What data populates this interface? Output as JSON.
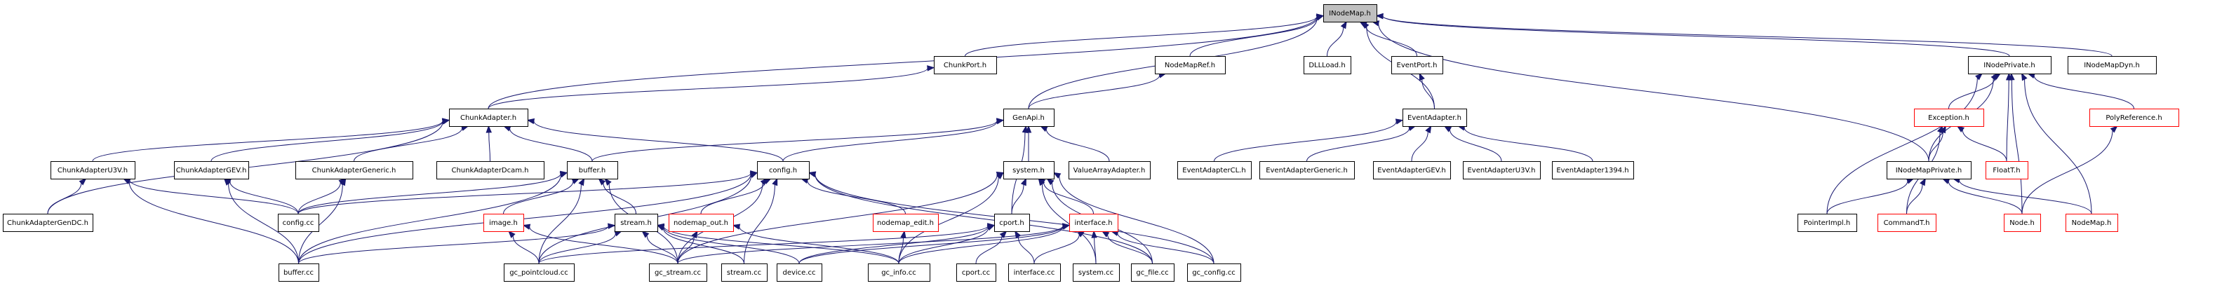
{
  "title": "INodeMap.h include dependency graph",
  "colors": {
    "edge": "#191970",
    "root_fill": "#bfbfbf",
    "incomplete_border": "#ff0000",
    "node_border": "#000000"
  },
  "nodes": [
    {
      "id": "INodeMap",
      "label": "INodeMap.h",
      "root": true
    },
    {
      "id": "ChunkPort",
      "label": "ChunkPort.h"
    },
    {
      "id": "NodeMapRef",
      "label": "NodeMapRef.h"
    },
    {
      "id": "DLLLoad",
      "label": "DLLLoad.h"
    },
    {
      "id": "EventPort",
      "label": "EventPort.h"
    },
    {
      "id": "INodePrivate",
      "label": "INodePrivate.h"
    },
    {
      "id": "INodeMapDyn",
      "label": "INodeMapDyn.h"
    },
    {
      "id": "ChunkAdapter",
      "label": "ChunkAdapter.h"
    },
    {
      "id": "GenApi",
      "label": "GenApi.h"
    },
    {
      "id": "EventAdapter",
      "label": "EventAdapter.h"
    },
    {
      "id": "Exception",
      "label": "Exception.h",
      "incomplete": true
    },
    {
      "id": "PolyReference",
      "label": "PolyReference.h",
      "incomplete": true
    },
    {
      "id": "ChunkAdapterU3V",
      "label": "ChunkAdapterU3V.h"
    },
    {
      "id": "ChunkAdapterGEV",
      "label": "ChunkAdapterGEV.h"
    },
    {
      "id": "ChunkAdapterGeneric",
      "label": "ChunkAdapterGeneric.h"
    },
    {
      "id": "ChunkAdapterDcam",
      "label": "ChunkAdapterDcam.h"
    },
    {
      "id": "buffer_h",
      "label": "buffer.h"
    },
    {
      "id": "config_h",
      "label": "config.h"
    },
    {
      "id": "system_h",
      "label": "system.h"
    },
    {
      "id": "ValueArrayAdapter",
      "label": "ValueArrayAdapter.h"
    },
    {
      "id": "EventAdapterCL",
      "label": "EventAdapterCL.h"
    },
    {
      "id": "EventAdapterGeneric",
      "label": "EventAdapterGeneric.h"
    },
    {
      "id": "EventAdapterGEV",
      "label": "EventAdapterGEV.h"
    },
    {
      "id": "EventAdapterU3V",
      "label": "EventAdapterU3V.h"
    },
    {
      "id": "EventAdapter1394",
      "label": "EventAdapter1394.h"
    },
    {
      "id": "INodeMapPrivate",
      "label": "INodeMapPrivate.h"
    },
    {
      "id": "FloatT",
      "label": "FloatT.h",
      "incomplete": true
    },
    {
      "id": "ChunkAdapterGenDC",
      "label": "ChunkAdapterGenDC.h"
    },
    {
      "id": "config_cc",
      "label": "config.cc"
    },
    {
      "id": "image_h",
      "label": "image.h",
      "incomplete": true
    },
    {
      "id": "stream_h",
      "label": "stream.h"
    },
    {
      "id": "nodemap_out",
      "label": "nodemap_out.h",
      "incomplete": true
    },
    {
      "id": "nodemap_edit",
      "label": "nodemap_edit.h",
      "incomplete": true
    },
    {
      "id": "cport_h",
      "label": "cport.h"
    },
    {
      "id": "interface_h",
      "label": "interface.h",
      "incomplete": true
    },
    {
      "id": "PointerImpl",
      "label": "PointerImpl.h"
    },
    {
      "id": "CommandT",
      "label": "CommandT.h",
      "incomplete": true
    },
    {
      "id": "Node",
      "label": "Node.h",
      "incomplete": true
    },
    {
      "id": "NodeMap",
      "label": "NodeMap.h",
      "incomplete": true
    },
    {
      "id": "buffer_cc",
      "label": "buffer.cc"
    },
    {
      "id": "gc_pointcloud",
      "label": "gc_pointcloud.cc"
    },
    {
      "id": "gc_stream",
      "label": "gc_stream.cc"
    },
    {
      "id": "stream_cc",
      "label": "stream.cc"
    },
    {
      "id": "device_cc",
      "label": "device.cc"
    },
    {
      "id": "gc_info",
      "label": "gc_info.cc"
    },
    {
      "id": "cport_cc",
      "label": "cport.cc"
    },
    {
      "id": "interface_cc",
      "label": "interface.cc"
    },
    {
      "id": "system_cc",
      "label": "system.cc"
    },
    {
      "id": "gc_file",
      "label": "gc_file.cc"
    },
    {
      "id": "gc_config",
      "label": "gc_config.cc"
    }
  ],
  "edges": [
    [
      "ChunkPort",
      "INodeMap"
    ],
    [
      "NodeMapRef",
      "INodeMap"
    ],
    [
      "DLLLoad",
      "INodeMap"
    ],
    [
      "EventPort",
      "INodeMap"
    ],
    [
      "INodePrivate",
      "INodeMap"
    ],
    [
      "INodeMapDyn",
      "INodeMap"
    ],
    [
      "ChunkAdapter",
      "INodeMap"
    ],
    [
      "GenApi",
      "INodeMap"
    ],
    [
      "EventAdapter",
      "INodeMap"
    ],
    [
      "INodeMapPrivate",
      "INodeMap"
    ],
    [
      "ChunkAdapter",
      "ChunkPort"
    ],
    [
      "GenApi",
      "NodeMapRef"
    ],
    [
      "EventAdapter",
      "EventPort"
    ],
    [
      "ChunkAdapterU3V",
      "ChunkAdapter"
    ],
    [
      "ChunkAdapterGEV",
      "ChunkAdapter"
    ],
    [
      "ChunkAdapterGeneric",
      "ChunkAdapter"
    ],
    [
      "ChunkAdapterDcam",
      "ChunkAdapter"
    ],
    [
      "buffer_h",
      "ChunkAdapter"
    ],
    [
      "config_h",
      "ChunkAdapter"
    ],
    [
      "ChunkAdapterGenDC",
      "ChunkAdapter"
    ],
    [
      "buffer_h",
      "GenApi"
    ],
    [
      "config_h",
      "GenApi"
    ],
    [
      "system_h",
      "GenApi"
    ],
    [
      "ValueArrayAdapter",
      "GenApi"
    ],
    [
      "cport_h",
      "GenApi"
    ],
    [
      "EventAdapterCL",
      "EventAdapter"
    ],
    [
      "EventAdapterGeneric",
      "EventAdapter"
    ],
    [
      "EventAdapterGEV",
      "EventAdapter"
    ],
    [
      "EventAdapterU3V",
      "EventAdapter"
    ],
    [
      "EventAdapter1394",
      "EventAdapter"
    ],
    [
      "Exception",
      "INodePrivate"
    ],
    [
      "PolyReference",
      "INodePrivate"
    ],
    [
      "INodeMapPrivate",
      "INodePrivate"
    ],
    [
      "FloatT",
      "INodePrivate"
    ],
    [
      "PointerImpl",
      "INodePrivate"
    ],
    [
      "Node",
      "INodePrivate"
    ],
    [
      "NodeMap",
      "INodePrivate"
    ],
    [
      "INodeMapPrivate",
      "Exception"
    ],
    [
      "FloatT",
      "Exception"
    ],
    [
      "CommandT",
      "Exception"
    ],
    [
      "Node",
      "PolyReference"
    ],
    [
      "PointerImpl",
      "INodeMapPrivate"
    ],
    [
      "CommandT",
      "INodeMapPrivate"
    ],
    [
      "Node",
      "INodeMapPrivate"
    ],
    [
      "NodeMap",
      "INodeMapPrivate"
    ],
    [
      "ChunkAdapterGenDC",
      "ChunkAdapterU3V"
    ],
    [
      "config_cc",
      "ChunkAdapterU3V"
    ],
    [
      "buffer_cc",
      "ChunkAdapterU3V"
    ],
    [
      "config_cc",
      "ChunkAdapterGEV"
    ],
    [
      "buffer_cc",
      "ChunkAdapterGEV"
    ],
    [
      "config_cc",
      "ChunkAdapterGeneric"
    ],
    [
      "buffer_cc",
      "ChunkAdapterGeneric"
    ],
    [
      "config_cc",
      "buffer_h"
    ],
    [
      "buffer_cc",
      "buffer_h"
    ],
    [
      "image_h",
      "buffer_h"
    ],
    [
      "gc_pointcloud",
      "buffer_h"
    ],
    [
      "gc_stream",
      "buffer_h"
    ],
    [
      "stream_h",
      "buffer_h"
    ],
    [
      "config_cc",
      "config_h"
    ],
    [
      "buffer_cc",
      "config_h"
    ],
    [
      "gc_pointcloud",
      "config_h"
    ],
    [
      "gc_stream",
      "config_h"
    ],
    [
      "nodemap_out",
      "config_h"
    ],
    [
      "nodemap_edit",
      "config_h"
    ],
    [
      "stream_cc",
      "config_h"
    ],
    [
      "gc_file",
      "config_h"
    ],
    [
      "gc_config",
      "config_h"
    ],
    [
      "cport_h",
      "system_h"
    ],
    [
      "interface_h",
      "system_h"
    ],
    [
      "gc_info",
      "system_h"
    ],
    [
      "system_cc",
      "system_h"
    ],
    [
      "gc_file",
      "system_h"
    ],
    [
      "gc_config",
      "system_h"
    ],
    [
      "gc_stream",
      "system_h"
    ],
    [
      "gc_pointcloud",
      "image_h"
    ],
    [
      "gc_stream",
      "image_h"
    ],
    [
      "buffer_cc",
      "stream_h"
    ],
    [
      "gc_pointcloud",
      "stream_h"
    ],
    [
      "gc_stream",
      "stream_h"
    ],
    [
      "stream_cc",
      "stream_h"
    ],
    [
      "device_cc",
      "stream_h"
    ],
    [
      "gc_info",
      "stream_h"
    ],
    [
      "gc_stream",
      "nodemap_out"
    ],
    [
      "gc_info",
      "nodemap_out"
    ],
    [
      "gc_info",
      "nodemap_edit"
    ],
    [
      "gc_info",
      "cport_h"
    ],
    [
      "cport_cc",
      "cport_h"
    ],
    [
      "interface_cc",
      "cport_h"
    ],
    [
      "device_cc",
      "cport_h"
    ],
    [
      "gc_pointcloud",
      "cport_h"
    ],
    [
      "gc_info",
      "interface_h"
    ],
    [
      "interface_cc",
      "interface_h"
    ],
    [
      "system_cc",
      "interface_h"
    ],
    [
      "gc_file",
      "interface_h"
    ],
    [
      "gc_config",
      "interface_h"
    ],
    [
      "device_cc",
      "interface_h"
    ],
    [
      "gc_stream",
      "interface_h"
    ]
  ]
}
